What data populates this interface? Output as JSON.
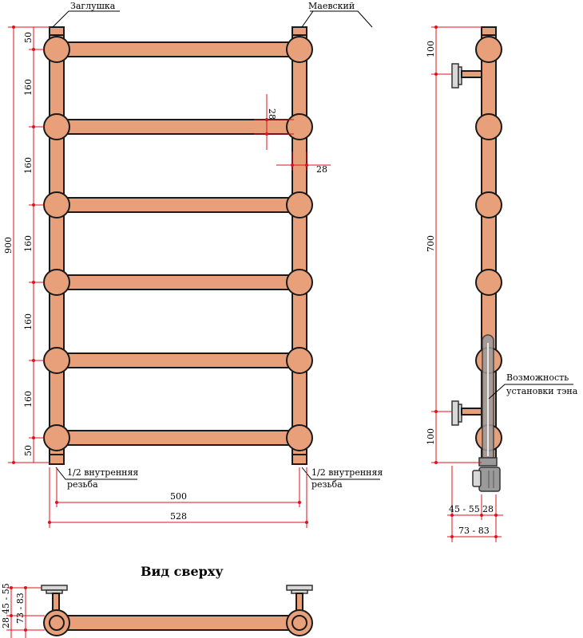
{
  "labels": {
    "plug": "Заглушка",
    "mayevsky": "Маевский",
    "thread_left_1": "1/2 внутренняя",
    "thread_left_2": "резьба",
    "thread_right_1": "1/2 внутренняя",
    "thread_right_2": "резьба",
    "heater_1": "Возможность",
    "heater_2": "установки тэна",
    "top_view": "Вид сверху"
  },
  "dims": {
    "front_height_total": "900",
    "front_seg_top": "50",
    "front_seg": [
      "160",
      "160",
      "160",
      "160",
      "160"
    ],
    "front_seg_bottom": "50",
    "pipe_dia_vertical": "28",
    "pipe_dia_horizontal": "28",
    "width_axis": "500",
    "width_total": "528",
    "side_top": "100",
    "side_mid": "700",
    "side_bottom": "100",
    "side_offset": "45 - 55",
    "side_pipe": "28",
    "side_total": "73 - 83",
    "top_offset": "45 - 55",
    "top_total": "73 - 83",
    "top_pipe": "28"
  },
  "colors": {
    "copper": "#e8a07a",
    "outline": "#1a1a1a",
    "dimension": "#e0101e",
    "heater": "#9a9a9a"
  }
}
